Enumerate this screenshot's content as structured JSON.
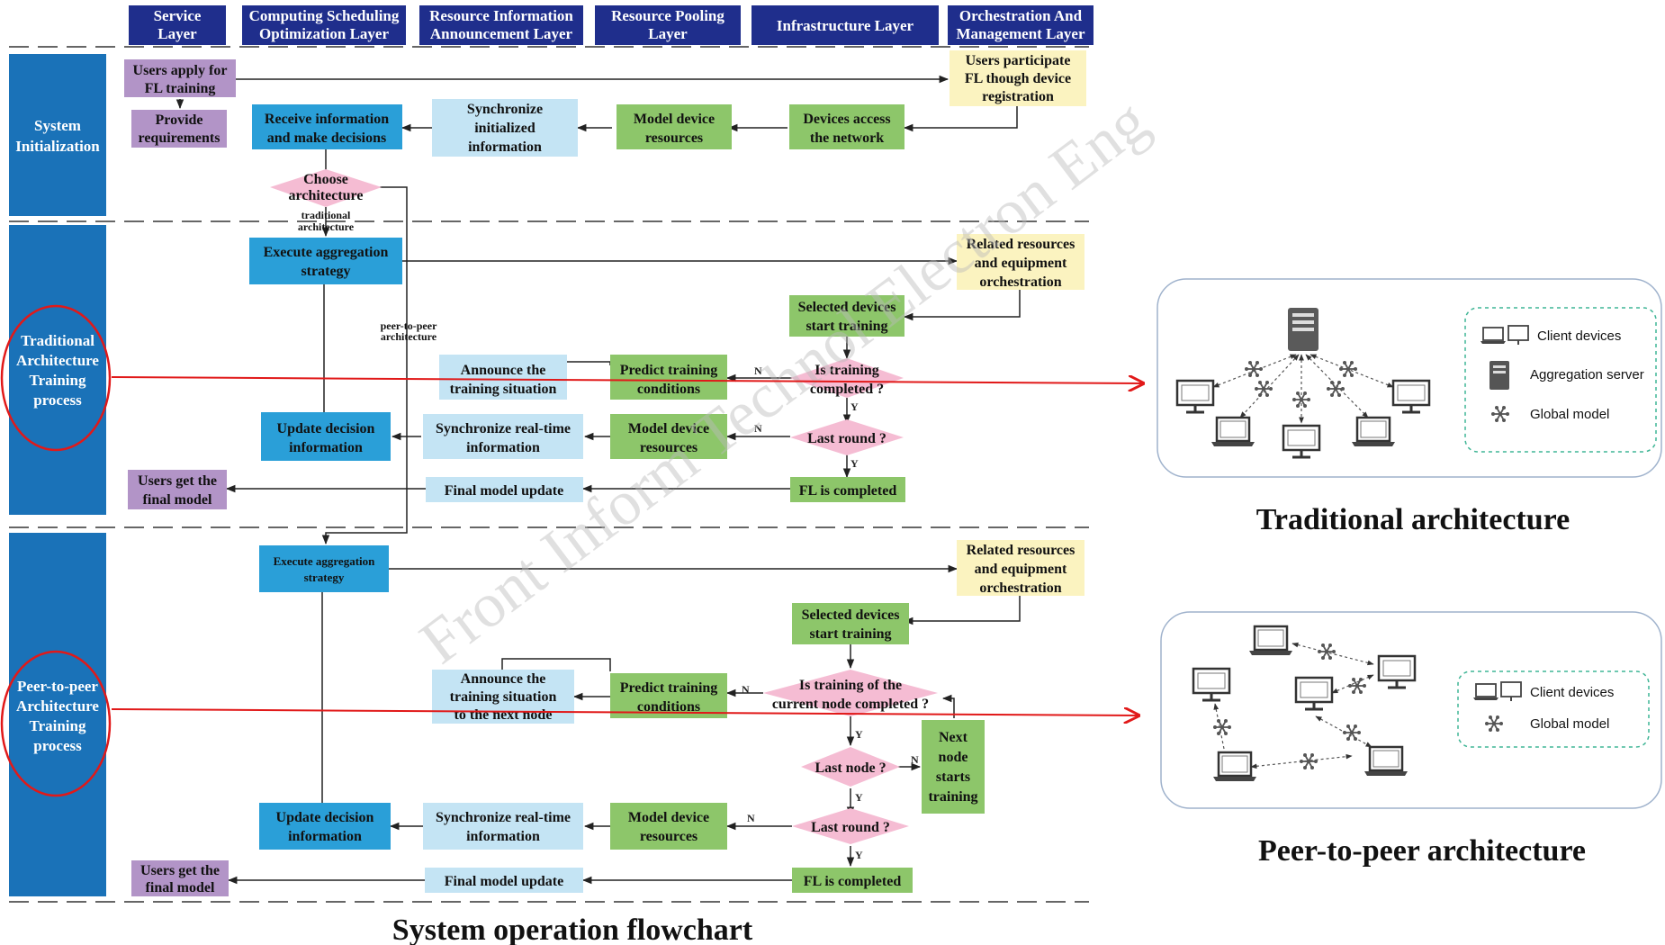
{
  "colors": {
    "layer_header": "#1f2e8c",
    "phase_bar": "#1a72b8",
    "purple": "#b294c7",
    "blue": "#2a9fd8",
    "light_blue": "#c4e4f4",
    "green": "#8dc66a",
    "yellow": "#fbf3c0",
    "pink": "#f5bcd3",
    "red": "#e11919",
    "panel_border": "#9fb2cc",
    "dashed_green": "#3fb595"
  },
  "header": {
    "layers": [
      [
        "Service",
        "Layer"
      ],
      [
        "Computing Scheduling",
        "Optimization Layer"
      ],
      [
        "Resource Information",
        "Announcement Layer"
      ],
      [
        "Resource Pooling",
        "Layer"
      ],
      [
        "Infrastructure Layer"
      ],
      [
        "Orchestration And",
        "Management Layer"
      ]
    ]
  },
  "phases": {
    "init": [
      "System",
      "Initialization"
    ],
    "traditional": [
      "Traditional",
      "Architecture",
      "Training",
      "process"
    ],
    "p2p": [
      "Peer-to-peer",
      "Architecture",
      "Training",
      "process"
    ]
  },
  "init": {
    "users_apply": [
      "Users apply for",
      "FL training"
    ],
    "provide_req": [
      "Provide",
      "requirements"
    ],
    "receive_info": [
      "Receive information",
      "and make decisions"
    ],
    "sync_init": [
      "Synchronize",
      "initialized",
      "information"
    ],
    "model_device": [
      "Model device",
      "resources"
    ],
    "devices_access": [
      "Devices access",
      "the network"
    ],
    "users_participate": [
      "Users participate",
      "FL though device",
      "registration"
    ],
    "choose_arch": [
      "Choose",
      "architecture"
    ],
    "traditional_label": [
      "traditional",
      "architecture"
    ],
    "p2p_label": [
      "peer-to-peer",
      "architecture"
    ]
  },
  "traditional": {
    "execute": [
      "Execute aggregation",
      "strategy"
    ],
    "related": [
      "Related resources",
      "and equipment",
      "orchestration"
    ],
    "selected": [
      "Selected devices",
      "start training"
    ],
    "is_training": [
      "Is training",
      "completed ?"
    ],
    "predict": [
      "Predict training",
      "conditions"
    ],
    "announce": [
      "Announce the",
      "training situation"
    ],
    "last_round": "Last round ?",
    "model_device": [
      "Model device",
      "resources"
    ],
    "sync_realtime": [
      "Synchronize real-time",
      "information"
    ],
    "update_decision": [
      "Update decision",
      "information"
    ],
    "fl_completed": "FL is completed",
    "final_update": "Final model update",
    "users_get": [
      "Users get the",
      "final model"
    ]
  },
  "p2p": {
    "execute": [
      "Execute aggregation",
      "strategy"
    ],
    "related": [
      "Related resources",
      "and equipment",
      "orchestration"
    ],
    "selected": [
      "Selected devices",
      "start training"
    ],
    "is_training_node": [
      "Is training of the",
      "current node completed ?"
    ],
    "predict": [
      "Predict training",
      "conditions"
    ],
    "announce": [
      "Announce the",
      "training situation",
      "to the next node"
    ],
    "last_node": "Last node ?",
    "next_node": [
      "Next",
      "node",
      "starts",
      "training"
    ],
    "last_round": "Last round ?",
    "model_device": [
      "Model device",
      "resources"
    ],
    "sync_realtime": [
      "Synchronize real-time",
      "information"
    ],
    "update_decision": [
      "Update decision",
      "information"
    ],
    "fl_completed": "FL is completed",
    "final_update": "Final model update",
    "users_get": [
      "Users get the",
      "final model"
    ]
  },
  "branch_labels": {
    "yes": "Y",
    "no": "N"
  },
  "watermark": "Front Inform Technol Electron Eng",
  "legend_traditional": {
    "client": "Client devices",
    "server": "Aggregation server",
    "global": "Global model"
  },
  "legend_p2p": {
    "client": "Client devices",
    "global": "Global model"
  },
  "captions": {
    "flowchart": "System operation flowchart",
    "traditional": "Traditional architecture",
    "p2p": "Peer-to-peer architecture"
  }
}
